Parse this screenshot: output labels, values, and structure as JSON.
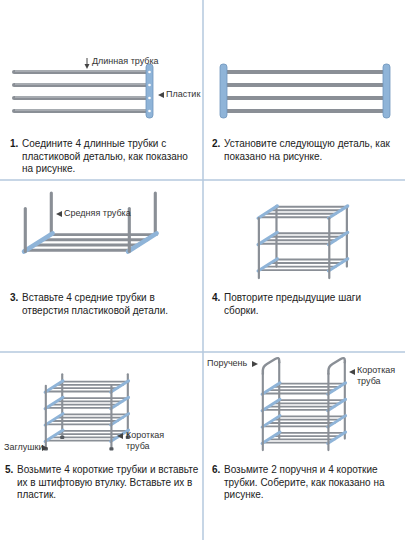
{
  "diagram": {
    "labels": [
      "Длинная трубка",
      "Пластик",
      "1.",
      "Соедините 4 длинные трубки с пластиковой деталью, как показано на рисунке.",
      "2.",
      "Установите следующую деталь, как показано на рисунке.",
      "Средняя трубка",
      "3.",
      "Вставьте 4 средние трубки в отверстия пластиковой детали.",
      "4.",
      "Повторите предыдущие шаги сборки.",
      "Поручень",
      "Короткая труба",
      "Заглушки",
      "Короткая труба",
      "5.",
      "Возьмите 4 короткие трубки и вставьте их в штифтовую втулку. Вставьте их в пластик.",
      "6.",
      "Возьмите 2 поручня и 4 короткие трубки. Соберите, как показано на рисунке."
    ]
  }
}
